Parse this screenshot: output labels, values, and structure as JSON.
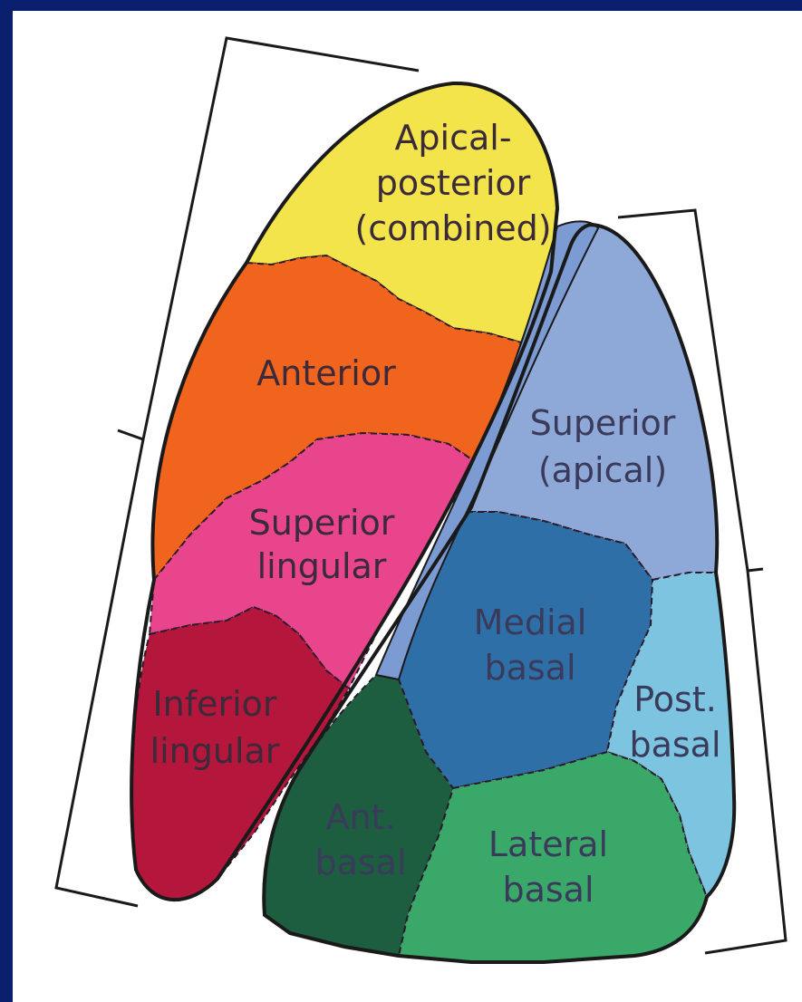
{
  "labels": {
    "apical_posterior": [
      "Apical-",
      "posterior",
      "(combined)"
    ],
    "anterior": "Anterior",
    "superior_lingular": [
      "Superior",
      "lingular"
    ],
    "inferior_lingular": [
      "Inferior",
      "lingular"
    ],
    "superior_apical": [
      "Superior",
      "(apical)"
    ],
    "medial_basal": [
      "Medial",
      "basal"
    ],
    "post_basal": [
      "Post.",
      "basal"
    ],
    "ant_basal": [
      "Ant.",
      "basal"
    ],
    "lateral_basal": [
      "Lateral",
      "basal"
    ]
  },
  "colors": {
    "background_border": "#0a1f6e",
    "apical_posterior": "#f2e44a",
    "anterior": "#f0641e",
    "superior_lingular": "#e8458c",
    "inferior_lingular": "#b5163c",
    "superior_apical": "#8ea8d8",
    "medial_basal": "#2f6fa8",
    "post_basal": "#7cc4e0",
    "ant_basal": "#1d5e40",
    "lateral_basal": "#39a869"
  }
}
